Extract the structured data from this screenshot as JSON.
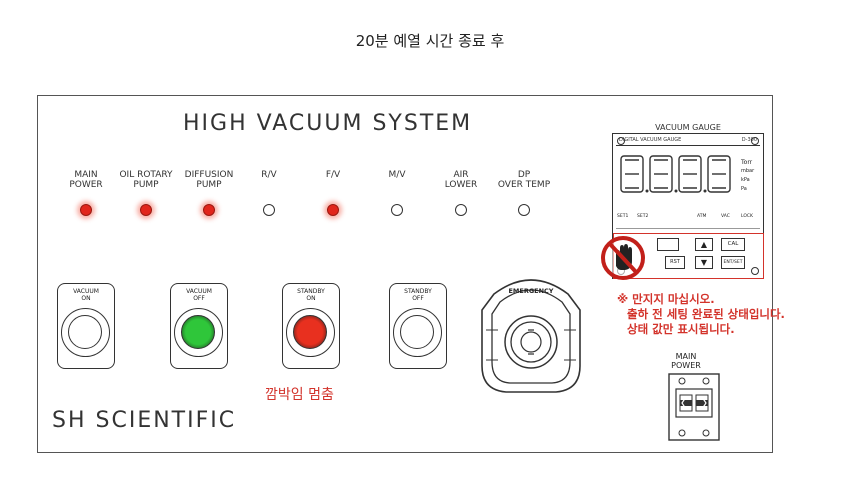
{
  "heading": "20분 예열 시간 종료 후",
  "panel": {
    "title": "HIGH VACUUM SYSTEM",
    "brand": "SH SCIENTIFIC"
  },
  "indicators": [
    {
      "line1": "MAIN",
      "line2": "POWER",
      "on": true
    },
    {
      "line1": "OIL ROTARY",
      "line2": "PUMP",
      "on": true
    },
    {
      "line1": "DIFFUSION",
      "line2": "PUMP",
      "on": true
    },
    {
      "line1": "R/V",
      "line2": "",
      "on": false
    },
    {
      "line1": "F/V",
      "line2": "",
      "on": true
    },
    {
      "line1": "M/V",
      "line2": "",
      "on": false
    },
    {
      "line1": "AIR",
      "line2": "LOWER",
      "on": false
    },
    {
      "line1": "DP",
      "line2": "OVER TEMP",
      "on": false
    }
  ],
  "buttons": [
    {
      "line1": "VACUUM",
      "line2": "ON",
      "cap": "#ffffff"
    },
    {
      "line1": "VACUUM",
      "line2": "OFF",
      "cap": "#2fc63a"
    },
    {
      "line1": "STANDBY",
      "line2": "ON",
      "cap": "#e8301f"
    },
    {
      "line1": "STANDBY",
      "line2": "OFF",
      "cap": "#ffffff"
    }
  ],
  "emergency_label": "EMERGENCY",
  "blink_note": "깜박임 멈춤",
  "gauge": {
    "title": "VACUUM GAUGE",
    "brand_line": "DIGITAL VACUUM GAUGE",
    "model": "D-300",
    "units": [
      "Torr",
      "mbar",
      "kPa",
      "Pa"
    ],
    "status_labels": [
      "SET1",
      "SET2",
      "ATM",
      "VAC",
      "LOCK"
    ],
    "keys": [
      "CAL",
      "RST",
      "ENT/SET"
    ]
  },
  "warning": {
    "line1": "※ 만지지 마십시오.",
    "line2": "출하 전 세팅 완료된 상태입니다.",
    "line3": "상태 값만 표시됩니다."
  },
  "main_power": {
    "line1": "MAIN",
    "line2": "POWER"
  },
  "colors": {
    "lamp_on": "#e1261c",
    "green_cap": "#2fc63a",
    "red_cap": "#e8301f",
    "note_red": "#d3332b"
  }
}
